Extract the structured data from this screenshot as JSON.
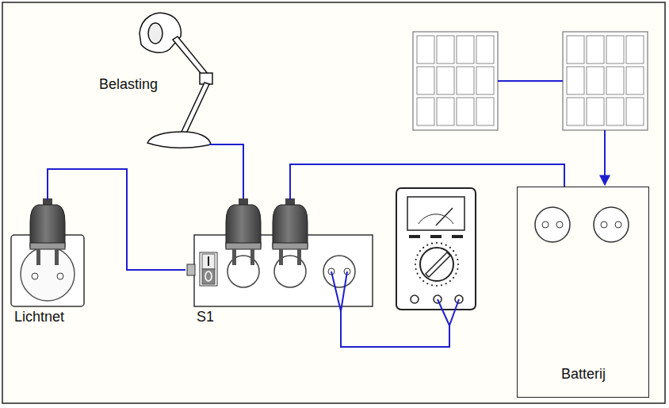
{
  "diagram": {
    "nodes": [
      {
        "text": [
          "Lichtnet"
        ]
      },
      {
        "text": [
          "S1"
        ]
      },
      {
        "text": [
          "Batterij"
        ]
      }
    ],
    "edges": [
      {
        "from": 0,
        "to": 1,
        "arrow": "none"
      },
      {
        "from": 1,
        "to": 2,
        "arrow": "none"
      }
    ],
    "labels": [
      "Belasting"
    ]
  }
}
